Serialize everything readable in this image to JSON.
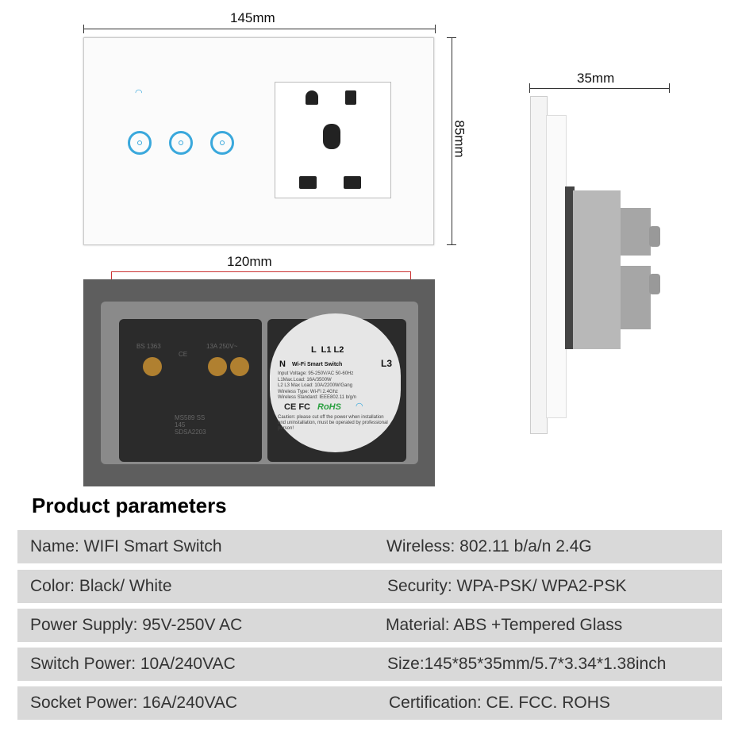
{
  "dimensions": {
    "width": "145mm",
    "height": "85mm",
    "depth": "35mm",
    "mounting": "120mm"
  },
  "module_label": {
    "terminals_top": "L  L1 L2",
    "terminal_n": "N",
    "terminal_l3": "L3",
    "title": "Wi-Fi Smart Switch",
    "specs": [
      "Input Voltage: 95-250V/AC 50-60Hz",
      "L1Max.Load: 16A/3500W",
      "L2 L3 Max Load: 10A/2200W/Gang",
      "Wireless Type: Wi-Fi 2.4Ghz",
      "Wireless Standard: IEEE802.11 b/g/n"
    ],
    "certs": "CE FC",
    "rohs": "RoHS",
    "caution": "Caution: please cut off the power when installation and uninstallation, must be operated by professional person!"
  },
  "socket_marks": {
    "bs": "BS 1363",
    "ce": "CE",
    "rating": "13A 250V~",
    "ms": "MS589 SS 145 SDSA2203"
  },
  "section_title": "Product parameters",
  "parameters": [
    {
      "left": "Name: WIFI Smart Switch",
      "right": "Wireless: 802.11 b/a/n 2.4G"
    },
    {
      "left": "Color: Black/ White",
      "right": "Security: WPA-PSK/ WPA2-PSK"
    },
    {
      "left": "Power Supply: 95V-250V AC",
      "right": "Material: ABS +Tempered Glass"
    },
    {
      "left": "Switch Power: 10A/240VAC",
      "right": "Size:145*85*35mm/5.7*3.34*1.38inch"
    },
    {
      "left": "Socket Power: 16A/240VAC",
      "right": "Certification: CE. FCC. ROHS"
    }
  ],
  "colors": {
    "touch": "#3aa8dc",
    "rohs": "#2aa040",
    "row_bg": "#d9d9d9"
  }
}
